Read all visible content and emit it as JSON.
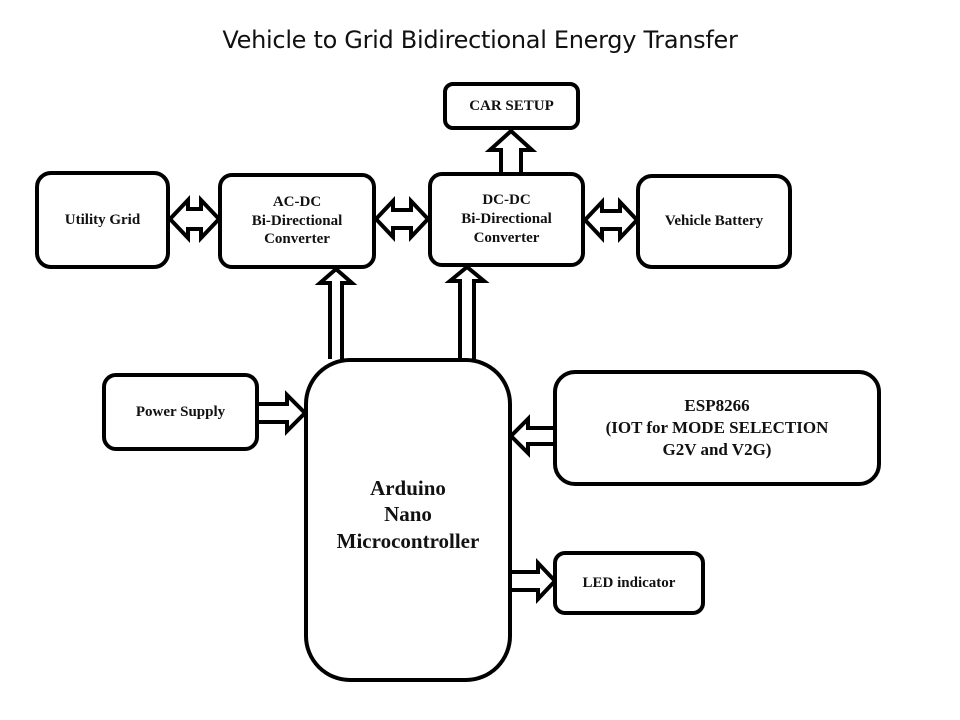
{
  "diagram": {
    "title": "Vehicle to Grid Bidirectional Energy Transfer",
    "colors": {
      "stroke": "#000000",
      "fill": "#ffffff",
      "text": "#111111"
    },
    "blocks": {
      "utility_grid": "Utility Grid",
      "acdc": "AC-DC\nBi-Directional\nConverter",
      "dcdc": "DC-DC\nBi-Directional\nConverter",
      "vehicle_battery": "Vehicle Battery",
      "car_setup": "CAR SETUP",
      "power_supply": "Power Supply",
      "arduino": "Arduino\nNano\nMicrocontroller",
      "esp": "ESP8266\n(IOT for  MODE SELECTION\nG2V and V2G)",
      "led": "LED indicator"
    },
    "connections": [
      {
        "from": "Utility Grid",
        "to": "AC-DC Bi-Directional Converter",
        "type": "bidirectional"
      },
      {
        "from": "AC-DC Bi-Directional Converter",
        "to": "DC-DC Bi-Directional Converter",
        "type": "bidirectional"
      },
      {
        "from": "DC-DC Bi-Directional Converter",
        "to": "Vehicle Battery",
        "type": "bidirectional"
      },
      {
        "from": "DC-DC Bi-Directional Converter",
        "to": "CAR SETUP",
        "type": "unidirectional"
      },
      {
        "from": "Arduino Nano Microcontroller",
        "to": "AC-DC Bi-Directional Converter",
        "type": "unidirectional"
      },
      {
        "from": "Arduino Nano Microcontroller",
        "to": "DC-DC Bi-Directional Converter",
        "type": "unidirectional"
      },
      {
        "from": "Power Supply",
        "to": "Arduino Nano Microcontroller",
        "type": "unidirectional"
      },
      {
        "from": "ESP8266",
        "to": "Arduino Nano Microcontroller",
        "type": "unidirectional"
      },
      {
        "from": "Arduino Nano Microcontroller",
        "to": "LED indicator",
        "type": "unidirectional"
      }
    ]
  }
}
